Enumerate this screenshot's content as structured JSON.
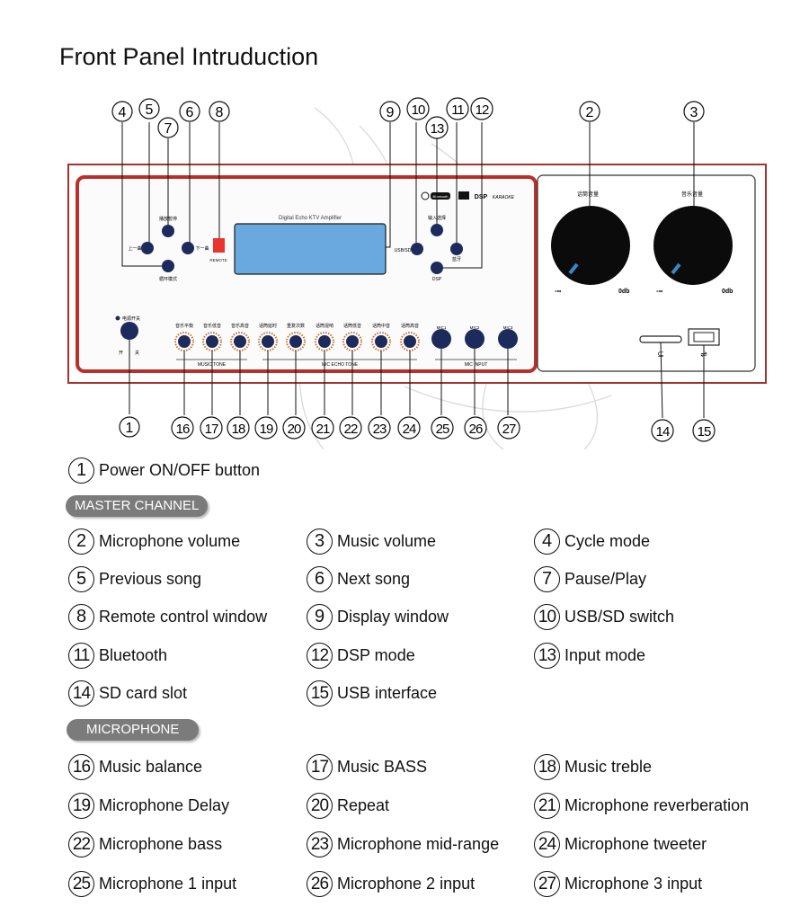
{
  "title": "Front Panel Intruduction",
  "panel": {
    "display_caption": "Digital Echo KTV Amplifier",
    "remote_label": "REMOTE",
    "usb_sd_label": "USB/SD",
    "dsp_label": "DSP",
    "power_label": "电源开关",
    "power_on": "开",
    "power_off": "关",
    "btn_prev": "上一曲",
    "btn_next": "下一曲",
    "btn_pause": "播放暂停",
    "btn_cycle": "循环模式",
    "btn_input": "输入选择",
    "btn_bt": "蓝牙",
    "logos": [
      "Bluetooth",
      "DSP",
      "KARAOKE"
    ],
    "mic_volume_label": "话筒音量",
    "music_volume_label": "音乐音量",
    "knob_min": "-∞",
    "knob_max": "0db",
    "small_knob_labels": [
      "音乐平衡",
      "音乐低音",
      "音乐高音",
      "话筒延时",
      "重复次数",
      "话筒混响",
      "话筒低音",
      "话筒中音",
      "话筒高音"
    ],
    "mic_jack_labels": [
      "MIC1",
      "MIC2",
      "MIC3"
    ],
    "group_music_tone": "MUSIC TONE",
    "group_mic_echo_tone": "MIC ECHO TONE",
    "group_mic_input": "MIC INPUT"
  },
  "callouts": {
    "top": [
      "4",
      "5",
      "7",
      "6",
      "8",
      "9",
      "10",
      "13",
      "11",
      "12",
      "2",
      "3"
    ],
    "bottom": [
      "1",
      "16",
      "17",
      "18",
      "19",
      "20",
      "21",
      "22",
      "23",
      "24",
      "25",
      "26",
      "27",
      "14",
      "15"
    ]
  },
  "legend": {
    "power": {
      "num": "1",
      "label": "Power ON/OFF button"
    },
    "section_master": "MASTER CHANNEL",
    "master_items": [
      {
        "num": "2",
        "label": "Microphone volume"
      },
      {
        "num": "3",
        "label": "Music volume"
      },
      {
        "num": "4",
        "label": "Cycle mode"
      },
      {
        "num": "5",
        "label": "Previous song"
      },
      {
        "num": "6",
        "label": "Next song"
      },
      {
        "num": "7",
        "label": "Pause/Play"
      },
      {
        "num": "8",
        "label": "Remote control window"
      },
      {
        "num": "9",
        "label": "Display window"
      },
      {
        "num": "10",
        "label": "USB/SD switch"
      },
      {
        "num": "11",
        "label": "Bluetooth"
      },
      {
        "num": "12",
        "label": "DSP mode"
      },
      {
        "num": "13",
        "label": "Input mode"
      },
      {
        "num": "14",
        "label": "SD card slot"
      },
      {
        "num": "15",
        "label": "USB interface"
      }
    ],
    "section_microphone": "MICROPHONE",
    "mic_items": [
      {
        "num": "16",
        "label": "Music balance"
      },
      {
        "num": "17",
        "label": "Music BASS"
      },
      {
        "num": "18",
        "label": "Music treble"
      },
      {
        "num": "19",
        "label": "Microphone Delay"
      },
      {
        "num": "20",
        "label": "Repeat"
      },
      {
        "num": "21",
        "label": "Microphone reverberation"
      },
      {
        "num": "22",
        "label": "Microphone bass"
      },
      {
        "num": "23",
        "label": "Microphone mid-range"
      },
      {
        "num": "24",
        "label": "Microphone tweeter"
      },
      {
        "num": "25",
        "label": "Microphone 1 input"
      },
      {
        "num": "26",
        "label": "Microphone 2 input"
      },
      {
        "num": "27",
        "label": "Microphone 3 input"
      }
    ]
  }
}
